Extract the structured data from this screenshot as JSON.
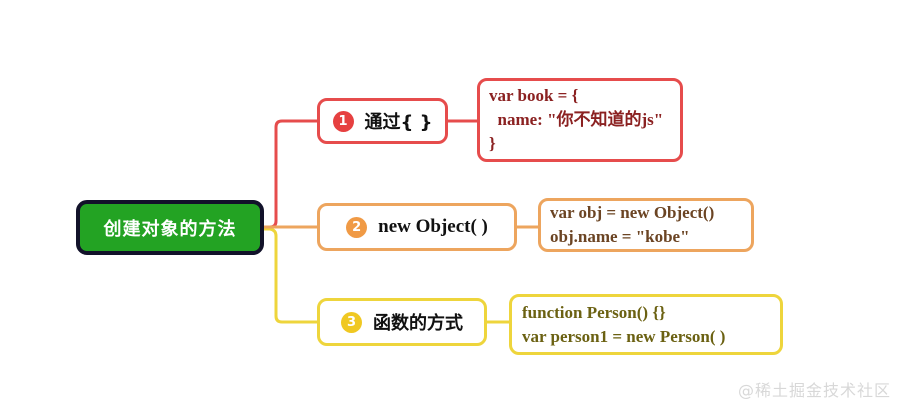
{
  "diagram": {
    "type": "mindmap",
    "root": {
      "label": "创建对象的方法"
    },
    "branches": [
      {
        "badge": "1",
        "label": "通过{ }",
        "color": "#e64c4c",
        "badge_color": "#e64040",
        "code": {
          "text_color": "#8b2121",
          "lines": [
            "var book = {",
            "  name: \"你不知道的js\"",
            "}"
          ]
        }
      },
      {
        "badge": "2",
        "label": "new Object( )",
        "color": "#eda55e",
        "badge_color": "#f09a45",
        "code": {
          "text_color": "#6b4423",
          "lines": [
            "var obj = new Object()",
            "obj.name = \"kobe\""
          ]
        }
      },
      {
        "badge": "3",
        "label": "函数的方式",
        "color": "#eed53c",
        "badge_color": "#f0c822",
        "code": {
          "text_color": "#6b6112",
          "lines": [
            "function Person() {}",
            "var person1 = new Person( )"
          ]
        }
      }
    ]
  },
  "colors": {
    "background": "#ffffff",
    "root_fill": "#23a323",
    "root_border": "#12122a",
    "root_text": "#ffffff",
    "watermark": "#d8d8d8"
  },
  "watermark": {
    "text": "@稀土掘金技术社区"
  }
}
